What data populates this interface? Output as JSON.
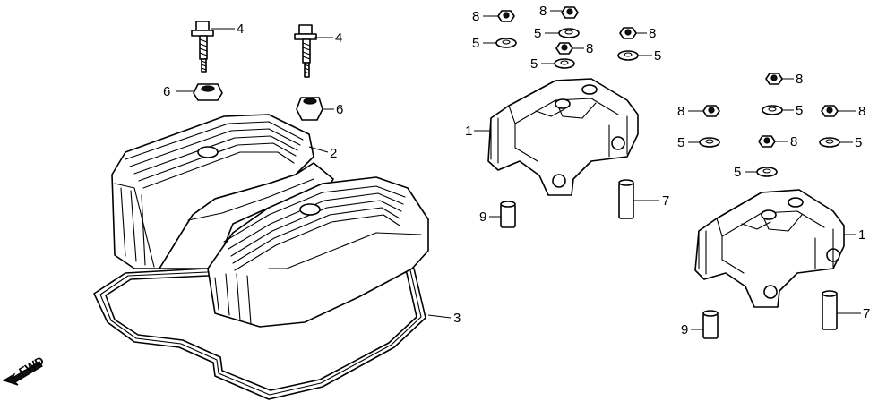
{
  "diagram": {
    "callouts": {
      "bolt_left": "4",
      "bolt_right": "4",
      "seal_left": "6",
      "seal_right": "6",
      "cover": "2",
      "gasket": "3",
      "holder_left": "1",
      "holder_right": "1",
      "dowel_left_short": "9",
      "dowel_left_long": "7",
      "dowel_right_short": "9",
      "dowel_right_long": "7",
      "nut_a": "8",
      "nut_b": "8",
      "nut_c": "8",
      "nut_d": "8",
      "nut_e": "8",
      "nut_f": "8",
      "nut_g": "8",
      "nut_h": "8",
      "washer_a": "5",
      "washer_b": "5",
      "washer_c": "5",
      "washer_d": "5",
      "washer_e": "5",
      "washer_f": "5",
      "washer_g": "5",
      "washer_h": "5"
    },
    "direction_label": "FWD"
  }
}
